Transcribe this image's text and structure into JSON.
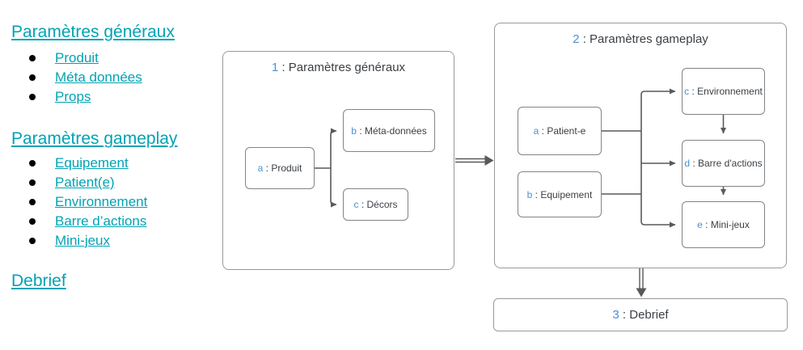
{
  "colors": {
    "link_teal": "#00a3b4",
    "accent_blue": "#4a90d2",
    "text_dark": "#3b3f44",
    "wire_gray": "#58595b",
    "node_border": "#808488",
    "stage_border": "#96999c"
  },
  "toc": {
    "sections": [
      {
        "title": "Paramètres généraux",
        "items": [
          "Produit",
          "Méta données",
          "Props"
        ]
      },
      {
        "title": "Paramètres gameplay",
        "items": [
          "Equipement",
          "Patient(e)",
          "Environnement",
          "Barre d’actions",
          "Mini-jeux"
        ]
      },
      {
        "title": "Debrief",
        "items": []
      }
    ]
  },
  "diagram": {
    "stage1": {
      "number": "1",
      "title": " : Paramètres généraux",
      "nodes": [
        {
          "key": "a",
          "label": " : Produit"
        },
        {
          "key": "b",
          "label": " : Méta-données"
        },
        {
          "key": "c",
          "label": " : Décors"
        }
      ]
    },
    "stage2": {
      "number": "2",
      "title": " : Paramètres gameplay",
      "nodes": [
        {
          "key": "a",
          "label": " : Patient-e"
        },
        {
          "key": "b",
          "label": " : Equipement"
        },
        {
          "key": "c",
          "label": " : Environnement"
        },
        {
          "key": "d",
          "label": " : Barre d'actions"
        },
        {
          "key": "e",
          "label": " : Mini-jeux"
        }
      ]
    },
    "stage3": {
      "number": "3",
      "title": " : Debrief"
    }
  }
}
